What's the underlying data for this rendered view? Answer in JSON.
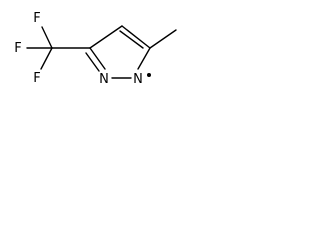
{
  "molecule": {
    "atoms": {
      "f_top": "F",
      "f_left": "F",
      "f_bottom": "F",
      "n_left": "N",
      "n_right": "N"
    },
    "radical_marker": "•"
  }
}
